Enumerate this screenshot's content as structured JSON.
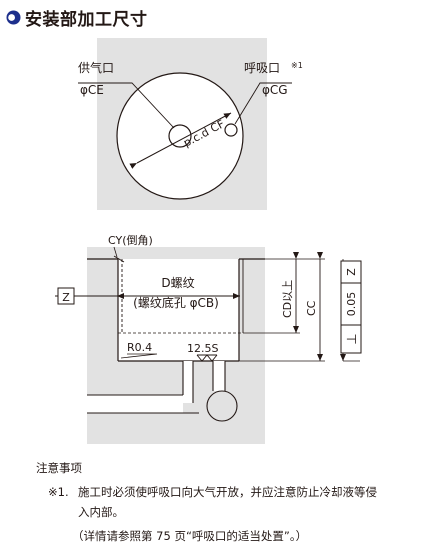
{
  "header": {
    "title": "安装部加工尺寸",
    "bullet_color": "#1d2f8c"
  },
  "top_view": {
    "supply_port_label": "供气口",
    "supply_port_dim": "φCE",
    "suction_port_label": "呼吸口",
    "suction_port_note": "※1",
    "suction_port_dim": "φCG",
    "pcd_label": "p.c.d CF",
    "panel_color": "#e2e2e2"
  },
  "section_view": {
    "chamfer_label": "CY(倒角)",
    "thread_label": "D螺纹",
    "thread_hole_label": "(螺纹底孔 φCB)",
    "datum_label": "Z",
    "radius_label": "R0.4",
    "roughness_label": "12.5S",
    "depth_cd_label": "CD以上",
    "depth_cc_label": "CC",
    "tolerance_symbol": "⊥",
    "tolerance_value": "0.05",
    "tolerance_datum": "Z"
  },
  "notes": {
    "heading": "注意事项",
    "item_mark": "※1.",
    "item_line1": "施工时必须使呼吸口向大气开放，并应注意防止冷却液等侵",
    "item_line2": "入内部。",
    "item_line3": "（详情请参照第 75 页“呼吸口的适当处置”。）"
  }
}
